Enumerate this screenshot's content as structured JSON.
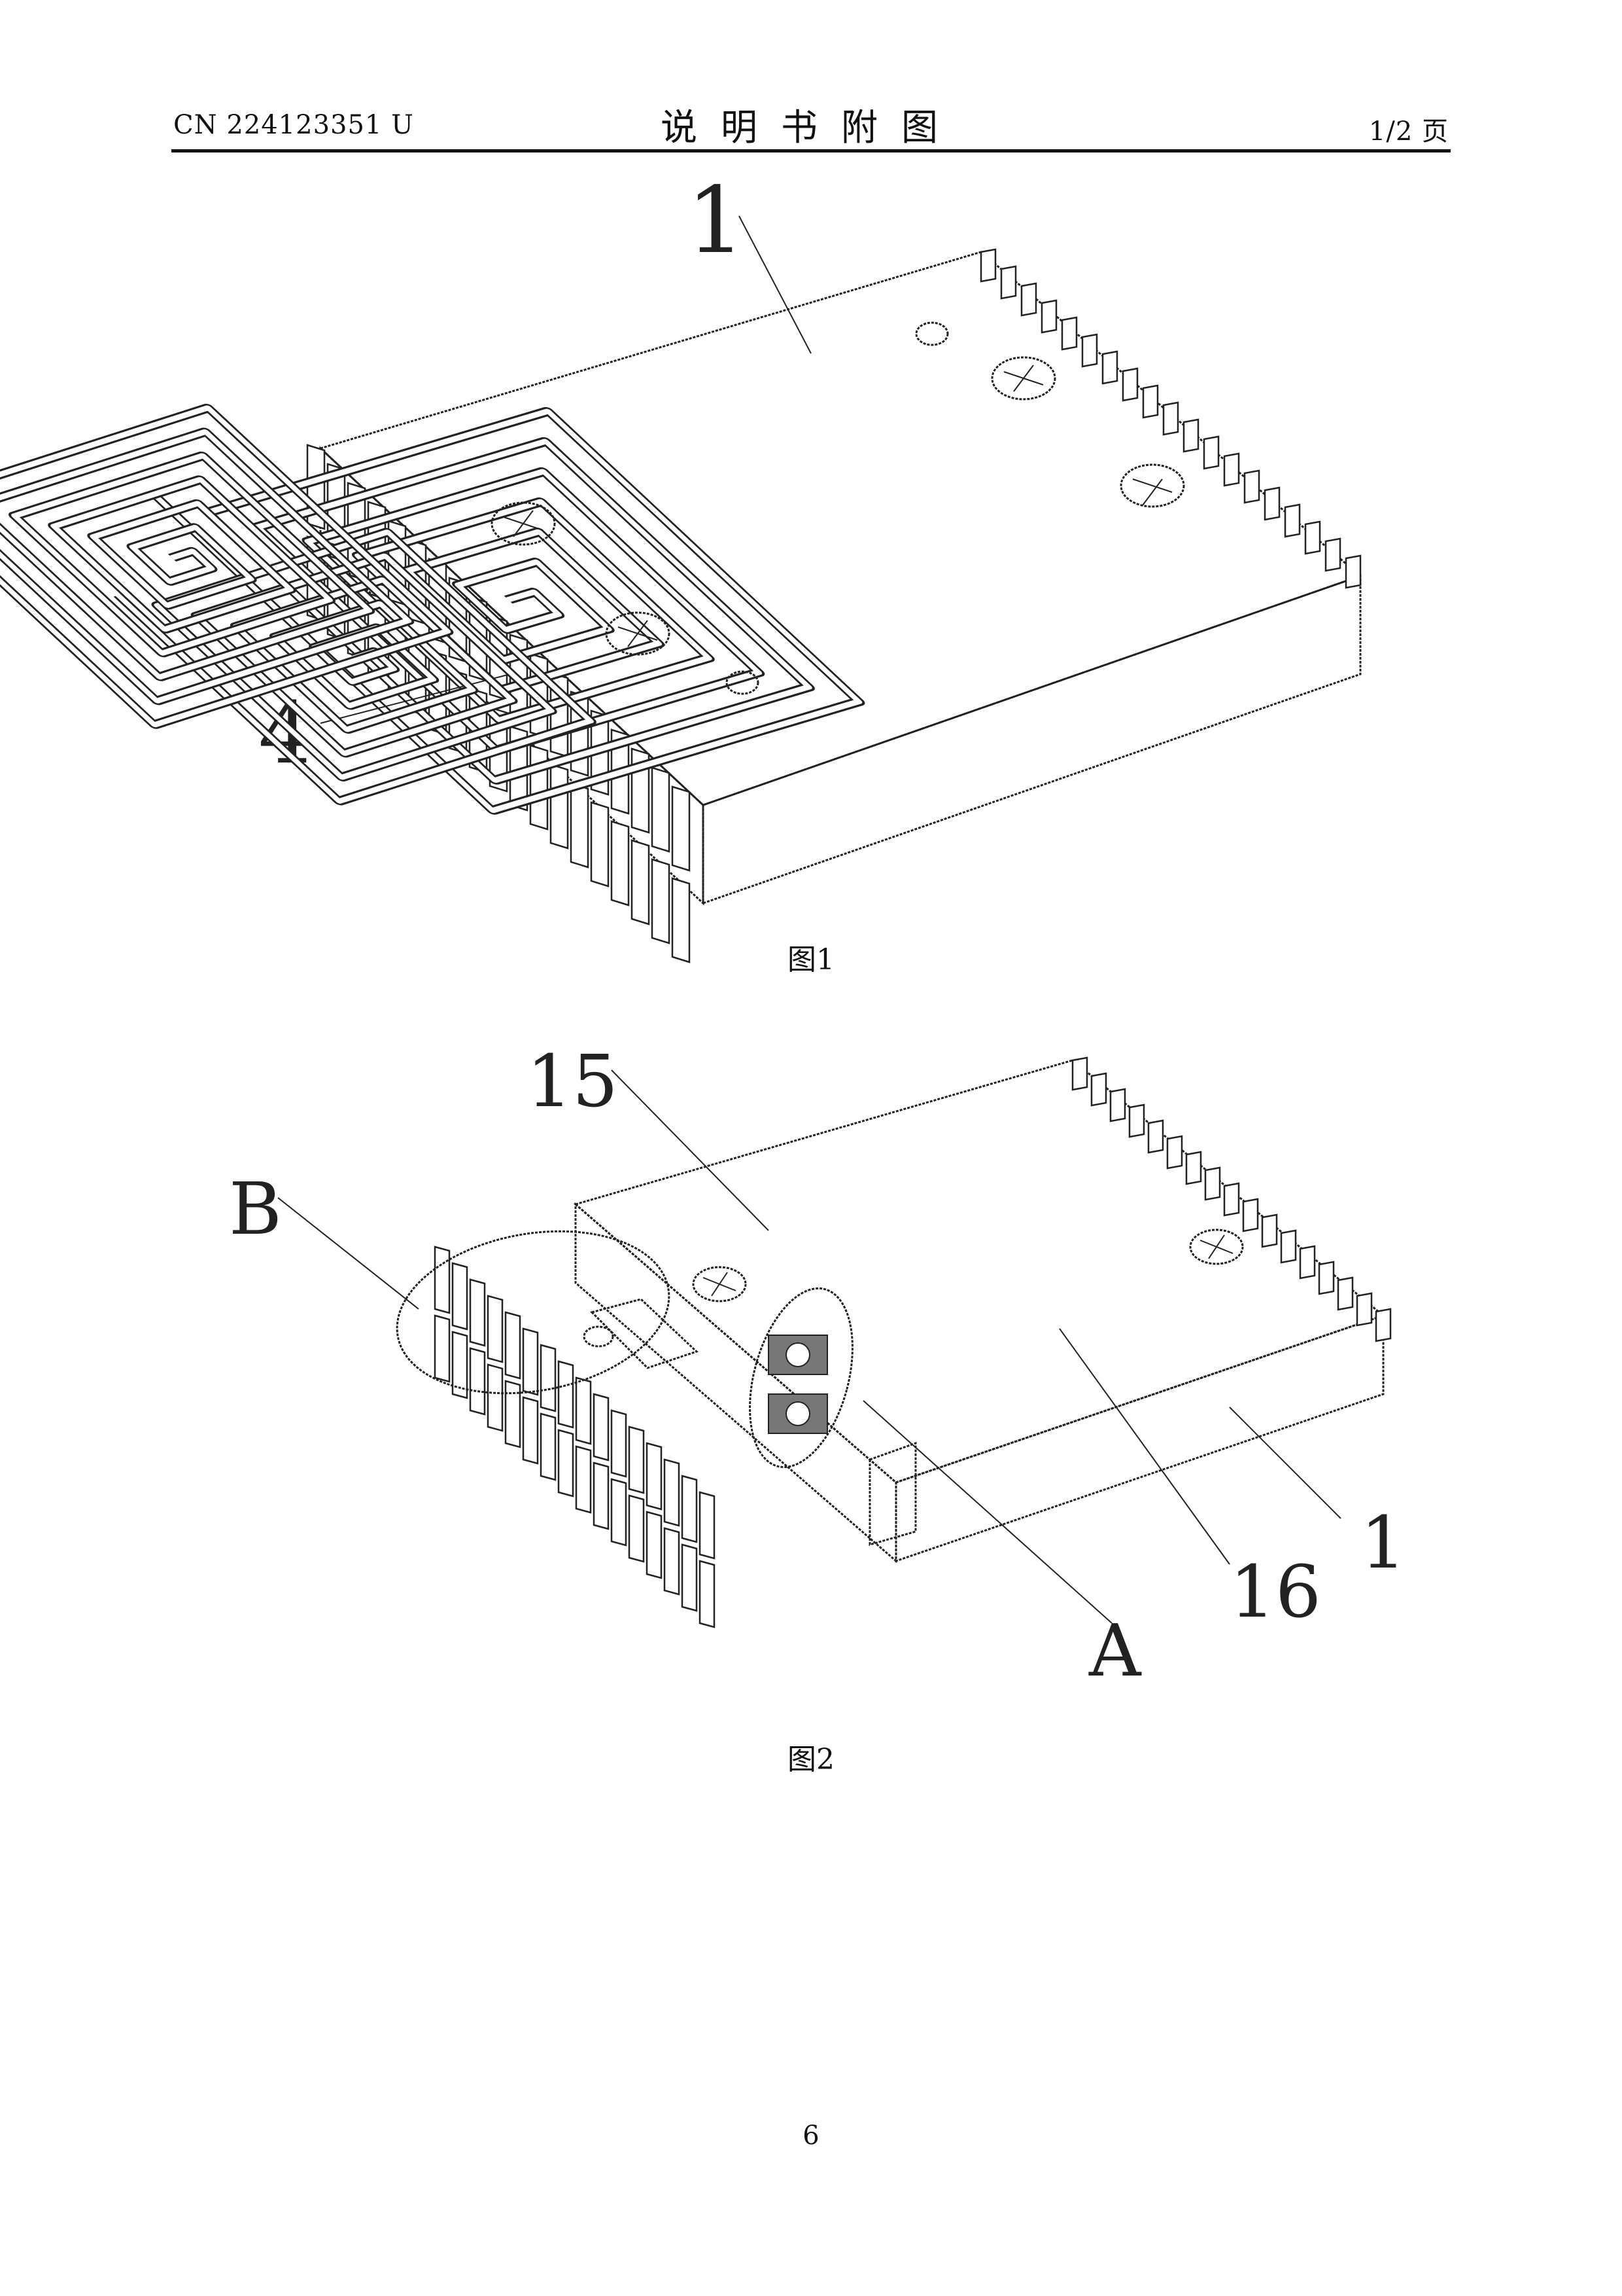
{
  "header": {
    "doc_number": "CN 224123351 U",
    "title": "说明书附图",
    "page_count": "1/2 页"
  },
  "figure1": {
    "caption": "图1",
    "labels": {
      "label_1": "1",
      "label_4": "4"
    }
  },
  "figure2": {
    "caption": "图2",
    "labels": {
      "label_15": "15",
      "label_b": "B",
      "label_a": "A",
      "label_16": "16",
      "label_1": "1"
    }
  },
  "footer": {
    "page_number": "6"
  }
}
